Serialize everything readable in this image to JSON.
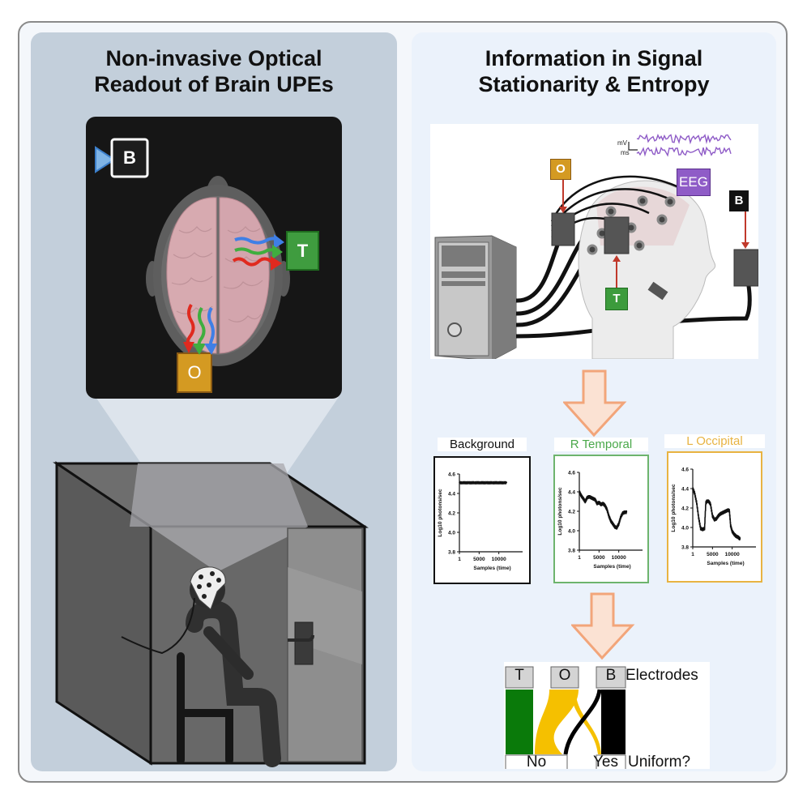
{
  "left_panel": {
    "title_line1": "Non-invasive Optical",
    "title_line2": "Readout of Brain UPEs",
    "inset": {
      "sensor_labels": {
        "B": "B",
        "T": "T",
        "O": "O"
      },
      "photon_colors": [
        "#e02a1f",
        "#3fae3f",
        "#3f7fe6"
      ],
      "colors": {
        "B": "#1b1b1b",
        "T": "#3c9b3c",
        "O": "#d49a22"
      }
    },
    "scene": "seated subject with EEG cap inside dark chamber"
  },
  "right_panel": {
    "title_line1": "Information in Signal",
    "title_line2": "Stationarity & Entropy",
    "setup": {
      "labels": {
        "O": "O",
        "T": "T",
        "B": "B",
        "EEG": "EEG"
      },
      "eeg_scale": {
        "y_unit": "mV",
        "x_unit": "ms"
      },
      "colors": {
        "O": "#d49a22",
        "T": "#3c9b3c",
        "B": "#111111",
        "EEG": "#8f5cc7"
      }
    },
    "arrow_color": "#f2a57a",
    "sankey": {
      "top_labels": [
        "T",
        "O",
        "B"
      ],
      "top_caption": "Electrodes",
      "bottom_labels": [
        "No",
        "Yes"
      ],
      "bottom_caption": "Uniform?",
      "colors": {
        "T": "#0a7a0a",
        "O": "#f5c000",
        "B": "#000000"
      }
    }
  },
  "chart_data": [
    {
      "type": "line",
      "title": "Background",
      "title_color": "#111111",
      "border_color": "#111111",
      "xlabel": "Samples  (time)",
      "ylabel": "Log10 photons/sec",
      "xticks": [
        "1",
        "5000",
        "10000"
      ],
      "yticks": [
        "3.8",
        "4.0",
        "4.2",
        "4.4",
        "4.6"
      ],
      "ylim": [
        3.8,
        4.6
      ],
      "xlim": [
        1,
        15000
      ],
      "x": [
        1,
        1000,
        2000,
        3000,
        4000,
        5000,
        6000,
        7000,
        8000,
        9000,
        10000,
        11000,
        12000
      ],
      "y": [
        4.51,
        4.51,
        4.51,
        4.51,
        4.51,
        4.51,
        4.51,
        4.51,
        4.51,
        4.51,
        4.51,
        4.51,
        4.51
      ]
    },
    {
      "type": "line",
      "title": "R Temporal",
      "title_color": "#4aa84a",
      "border_color": "#6db46d",
      "xlabel": "Samples  (time)",
      "ylabel": "Log10 photons/sec",
      "xticks": [
        "1",
        "5000",
        "10000"
      ],
      "yticks": [
        "3.8",
        "4.0",
        "4.2",
        "4.4",
        "4.6"
      ],
      "ylim": [
        3.8,
        4.6
      ],
      "xlim": [
        1,
        15000
      ],
      "x": [
        1,
        500,
        1000,
        1500,
        2000,
        2500,
        3000,
        3500,
        4000,
        4500,
        5000,
        5500,
        6000,
        6500,
        7000,
        7500,
        8000,
        8500,
        9000,
        9500,
        10000,
        10500,
        11000,
        11500,
        12000
      ],
      "y": [
        4.4,
        4.36,
        4.33,
        4.3,
        4.34,
        4.35,
        4.34,
        4.33,
        4.32,
        4.28,
        4.29,
        4.27,
        4.28,
        4.26,
        4.22,
        4.15,
        4.1,
        4.07,
        4.04,
        4.03,
        4.07,
        4.14,
        4.18,
        4.19,
        4.19
      ]
    },
    {
      "type": "line",
      "title": "L Occipital",
      "title_color": "#e8b341",
      "border_color": "#e8b341",
      "xlabel": "Samples  (time)",
      "ylabel": "Log10 photons/sec",
      "xticks": [
        "1",
        "5000",
        "10000"
      ],
      "yticks": [
        "3.8",
        "4.0",
        "4.2",
        "4.4",
        "4.6"
      ],
      "ylim": [
        3.8,
        4.6
      ],
      "xlim": [
        1,
        15000
      ],
      "x": [
        1,
        500,
        1000,
        1500,
        2000,
        2500,
        3000,
        3300,
        3600,
        4000,
        4500,
        5000,
        5500,
        6000,
        6500,
        7000,
        7500,
        8000,
        8500,
        9000,
        9300,
        9600,
        10000,
        10500,
        11000,
        11500,
        12000
      ],
      "y": [
        4.4,
        4.35,
        4.25,
        4.1,
        3.99,
        3.98,
        3.99,
        4.25,
        4.27,
        4.27,
        4.24,
        4.12,
        4.08,
        4.09,
        4.12,
        4.14,
        4.15,
        4.16,
        4.17,
        4.18,
        4.17,
        4.02,
        3.96,
        3.93,
        3.91,
        3.9,
        3.88
      ]
    }
  ]
}
